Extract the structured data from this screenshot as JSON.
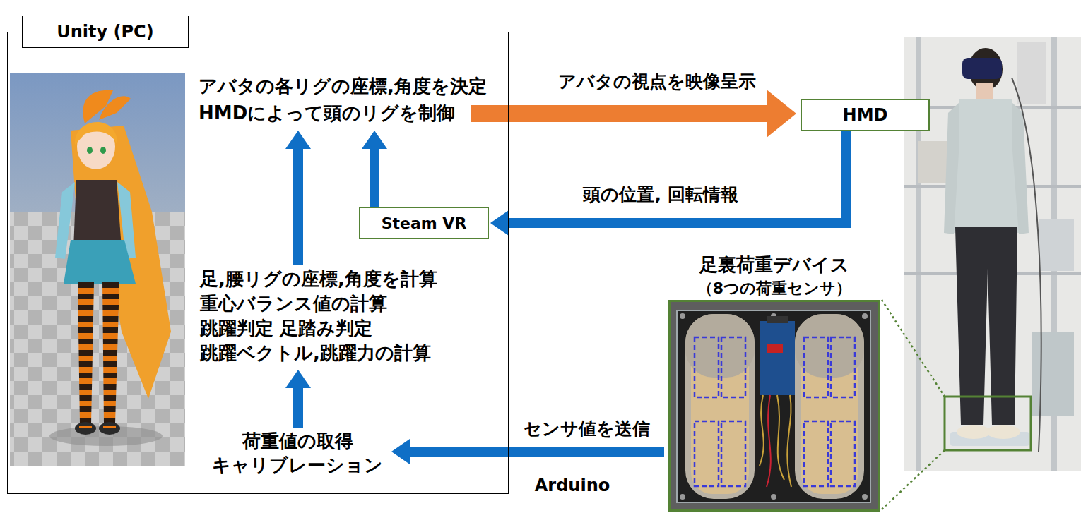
{
  "diagram": {
    "nodes": [
      {
        "text": [
          "Unity (PC)"
        ]
      },
      {
        "text": [
          "アバタの各リグの座標,角度を決定",
          "HMDによって頭のリグを制御"
        ],
        "in": 0
      },
      {
        "text": [
          "Steam VR"
        ],
        "in": 0
      },
      {
        "text": [
          "足,腰リグの座標,角度を計算",
          "重心バランス値の計算",
          "跳躍判定 足踏み判定",
          "跳躍ベクトル,跳躍力の計算"
        ],
        "in": 0
      },
      {
        "text": [
          "荷重値の取得",
          "キャリブレーション"
        ],
        "in": 0
      },
      {
        "text": [
          "HMD"
        ]
      },
      {
        "text": [
          "足裏荷重デバイス",
          "（8つの荷重センサ）"
        ]
      }
    ],
    "edges": [
      {
        "from": 3,
        "to": 1,
        "arrow": "to"
      },
      {
        "from": 2,
        "to": 1,
        "arrow": "to"
      },
      {
        "from": 1,
        "to": 5,
        "arrow": "to",
        "label": "アバタの視点を映像呈示"
      },
      {
        "from": 5,
        "to": 2,
        "arrow": "to",
        "label": "頭の位置, 回転情報"
      },
      {
        "from": 4,
        "to": 3,
        "arrow": "to"
      },
      {
        "from": 6,
        "to": 4,
        "arrow": "to",
        "label": "センサ値を送信"
      }
    ],
    "labels": [
      "Arduino"
    ]
  }
}
